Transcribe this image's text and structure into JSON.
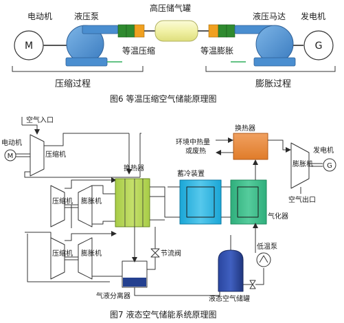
{
  "fig6": {
    "motor_label": "电动机",
    "motor_symbol": "M",
    "pump_label": "液压泵",
    "tank_label": "高压储气罐",
    "hydro_motor_label": "液压马达",
    "generator_label": "发电机",
    "generator_symbol": "G",
    "iso_compress_label": "等温压缩",
    "iso_expand_label": "等温膨胀",
    "compress_process_label": "压缩过程",
    "expand_process_label": "膨胀过程",
    "caption": "图6  等温压缩空气储能原理图"
  },
  "fig7": {
    "air_inlet_label": "空气入口",
    "motor_label": "电动机",
    "motor_symbol": "M",
    "compressor_1_label": "压缩机",
    "compressor_2_label": "压缩机",
    "compressor_3_label": "压缩机",
    "expander_1_label": "膨胀机",
    "expander_2_label": "膨胀机",
    "heat_exchanger_left_label": "换热器",
    "cold_storage_label": "蓄冷装置",
    "vaporizer_label": "气化器",
    "heat_exchanger_top_label": "换热器",
    "env_heat_label_line1": "环境中热量",
    "env_heat_label_line2": "或废热",
    "expander_main_label": "膨胀机",
    "generator_label": "发电机",
    "generator_symbol": "G",
    "air_outlet_label": "空气出口",
    "throttle_label": "节流阀",
    "separator_label": "气液分离器",
    "cryo_pump_label": "低温泵",
    "liquid_tank_label": "液态空气储罐",
    "caption": "图7  液态空气储能系统原理图"
  },
  "colors": {
    "pump_blue": "#4a8ed0",
    "tank_yellow": "#f2f2a8",
    "hx_green": "#b9d65a",
    "cold_cyan": "#2fb5df",
    "vaporizer_green": "#3cbf8c",
    "hx_orange": "#e8883a",
    "liquid_navy": "#24408f",
    "line_gray": "#3a3a3a"
  }
}
